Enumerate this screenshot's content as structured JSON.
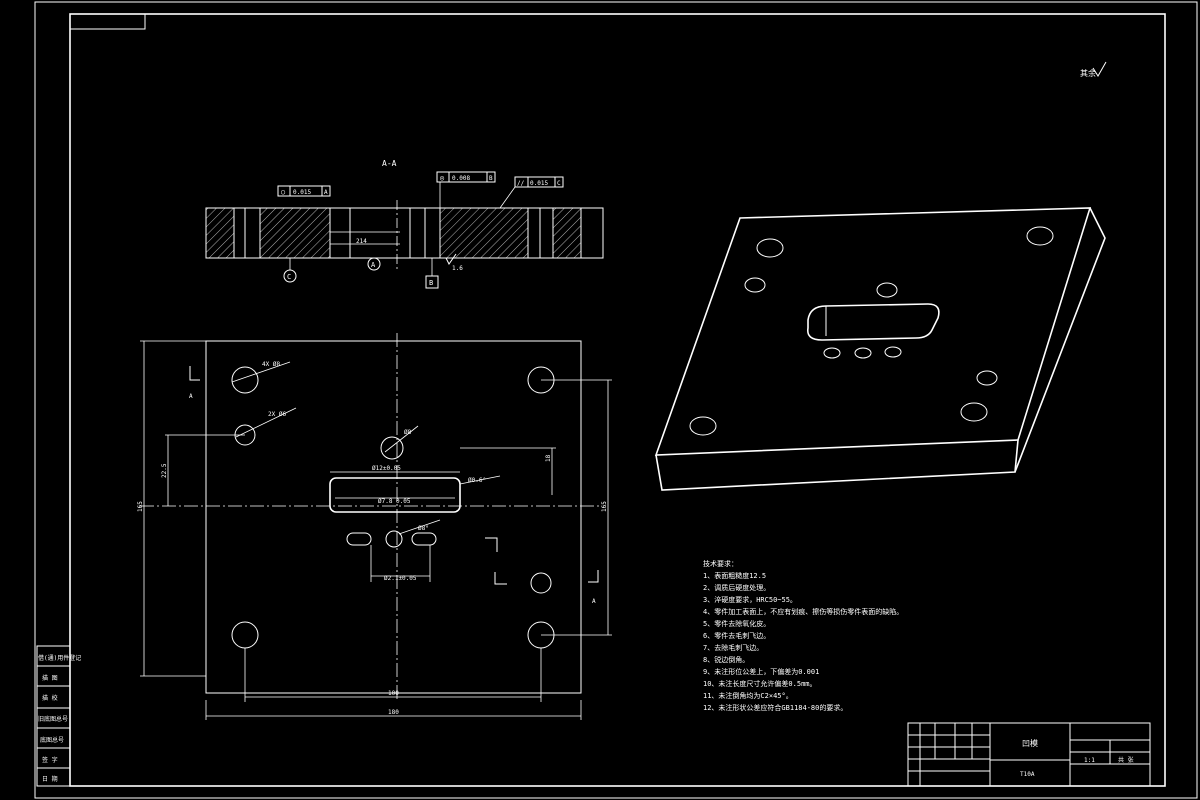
{
  "section": {
    "title": "A-A",
    "marker_c": "C",
    "marker_a": "A",
    "marker_b": "B",
    "roughness": "1.6"
  },
  "tolerance_frames": [
    {
      "symbol": "○",
      "value": "0.015",
      "datum": "A"
    },
    {
      "symbol": "◎",
      "value": "0.008",
      "datum": "B"
    },
    {
      "symbol": "//",
      "value": "0.015",
      "datum": "C"
    }
  ],
  "plan_view": {
    "hole_label_4x": "4X Ø8",
    "hole_label_2x": "2X Ø6",
    "hole_label_center": "Ø8",
    "slot_width": "Ø12±0.05",
    "slot_length": "Ø7.8 0.05",
    "slot_angle": "Ø0.6°",
    "small_slots_dim": "Ø2.1±0.05",
    "small_angle": "Ø8°",
    "dim_bottom_inner": "100",
    "dim_bottom_outer": "180",
    "dim_left_outer": "165",
    "dim_left_inner": "22.5",
    "dim_right_outer": "165",
    "dim_right_inner": "18",
    "section_mark": "A"
  },
  "tech_notes": {
    "title": "技术要求：",
    "lines": [
      "1、表面粗糙度12.5",
      "2、调质后硬度处理。",
      "3、淬硬度要求，HRC50~55。",
      "4、零件加工表面上，不应有划痕、擦伤等损伤零件表面的缺陷。",
      "5、零件去除氧化皮。",
      "6、零件去毛刺飞边。",
      "7、去除毛刺飞边。",
      "8、锐边倒角。",
      "9、未注形位公差上，下偏差为0.001",
      "10、未注长度尺寸允许偏差0.5mm。",
      "11、未注倒角均为C2×45°。",
      "12、未注形状公差应符合GB1184-80的要求。"
    ]
  },
  "roughness_mark": "其余",
  "left_margin_labels": [
    "借(通)用件登记",
    "描 图",
    "描 校",
    "旧底图总号",
    "底图总号",
    "签 字",
    "日 期"
  ],
  "title_block": {
    "part_name": "凹模",
    "drawing_no": "T10A",
    "scale": "1:1",
    "sheet": "共 张"
  }
}
